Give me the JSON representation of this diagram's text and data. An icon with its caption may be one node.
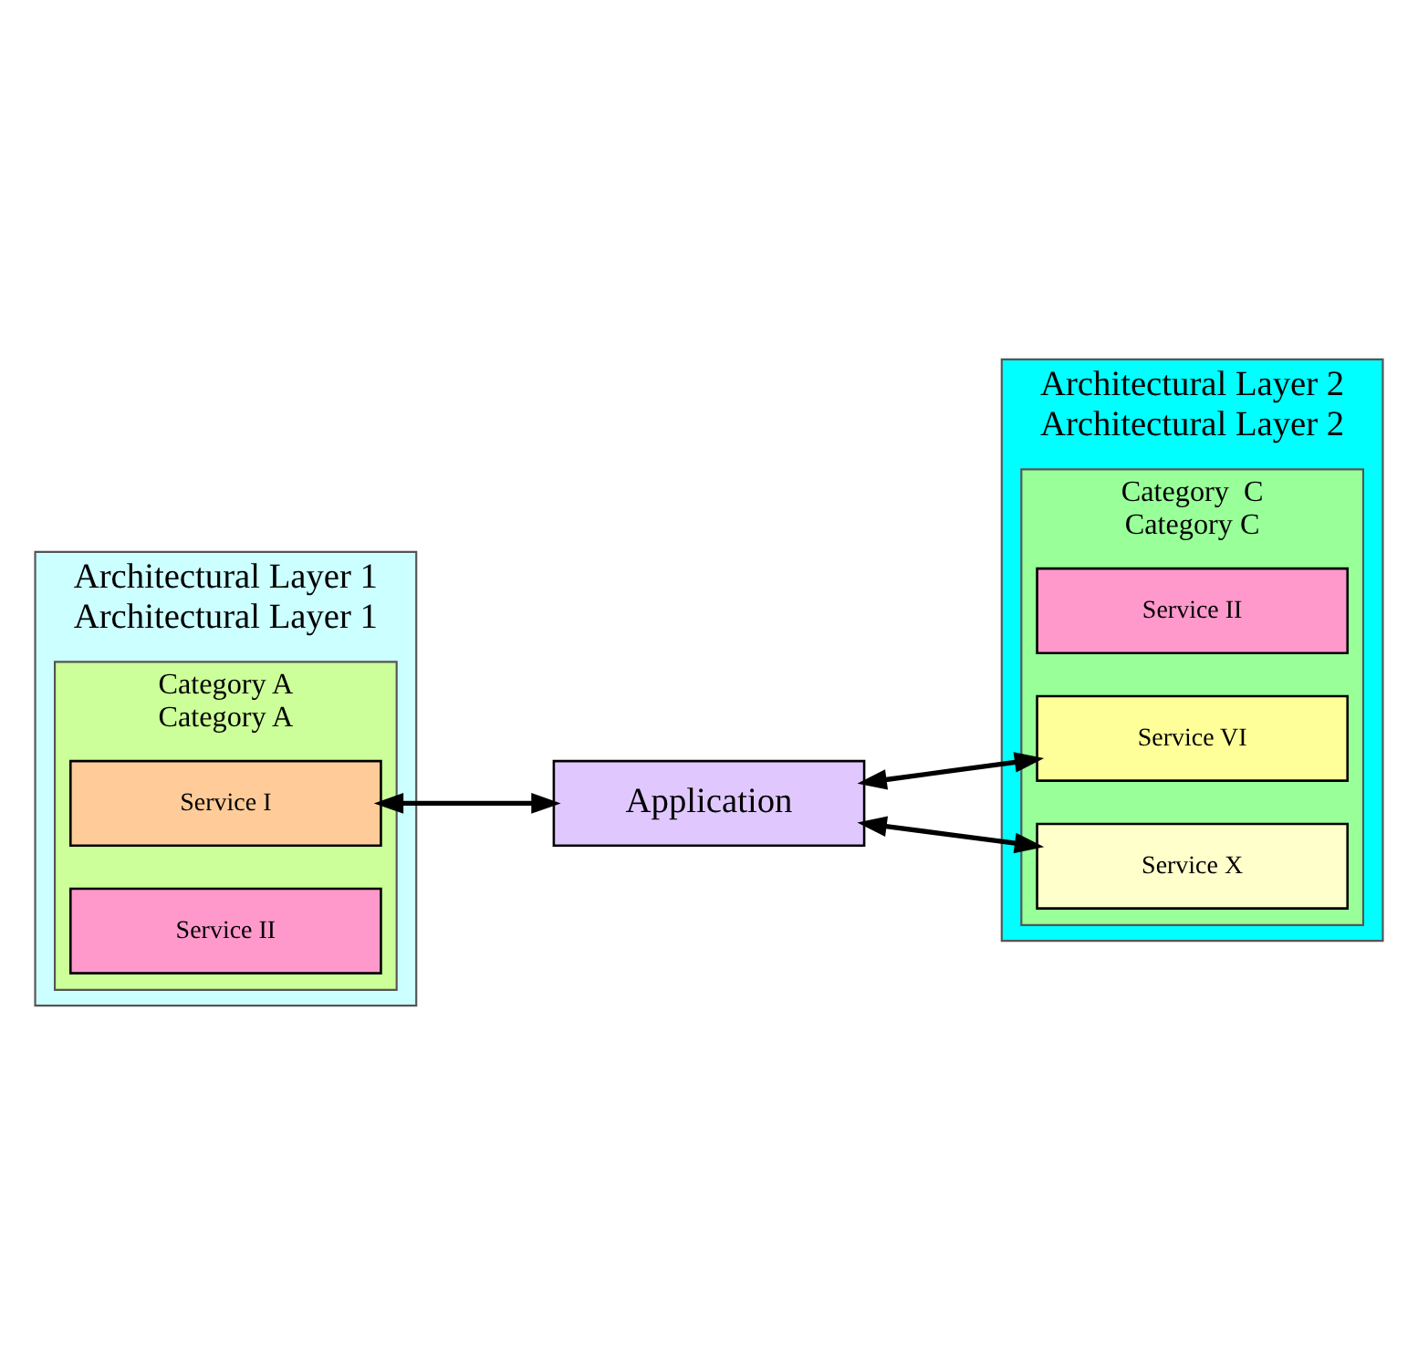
{
  "diagram": {
    "nodes": [
      {
        "text": [
          "Architectural Layer 1",
          "Architectural Layer 1"
        ]
      },
      {
        "text": [
          "Category A",
          "Category A"
        ],
        "in": 0
      },
      {
        "text": [
          "Service I"
        ],
        "in": 1
      },
      {
        "text": [
          "Service II"
        ],
        "in": 1
      },
      {
        "text": [
          "Architectural Layer 2",
          "Architectural Layer 2"
        ]
      },
      {
        "text": [
          "Category  C",
          "Category C"
        ],
        "in": 4
      },
      {
        "text": [
          "Service II"
        ],
        "in": 5
      },
      {
        "text": [
          "Service VI"
        ],
        "in": 5
      },
      {
        "text": [
          "Service X"
        ],
        "in": 5
      },
      {
        "text": [
          "Application"
        ]
      }
    ],
    "edges": [
      {
        "from": 2,
        "to": 9,
        "arrow": "both"
      },
      {
        "from": 9,
        "to": 7,
        "arrow": "both"
      },
      {
        "from": 9,
        "to": 8,
        "arrow": "both"
      }
    ]
  }
}
